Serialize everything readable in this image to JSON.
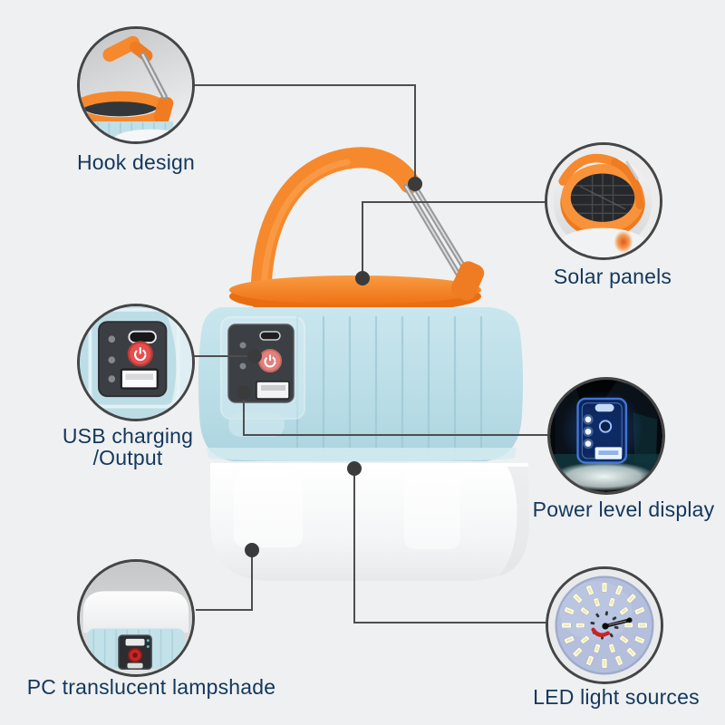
{
  "callouts": {
    "hook": {
      "label": "Hook design"
    },
    "solar": {
      "label": "Solar panels"
    },
    "usb": {
      "label_line1": "USB charging",
      "label_line2": "/Output"
    },
    "power": {
      "label": "Power level display"
    },
    "lampshade": {
      "label": "PC translucent lampshade"
    },
    "led": {
      "label": "LED light sources"
    }
  },
  "colors": {
    "background_gray": "#eef0f1",
    "label_navy": "#14375c",
    "connector_gray": "#4e4e4e",
    "accent_orange": "#f6892d",
    "body_blue": "#badfe8",
    "lampshade_white": "#fbfcfc",
    "power_button_red": "#e25550",
    "led_board_blue": "#b3bfdc"
  }
}
